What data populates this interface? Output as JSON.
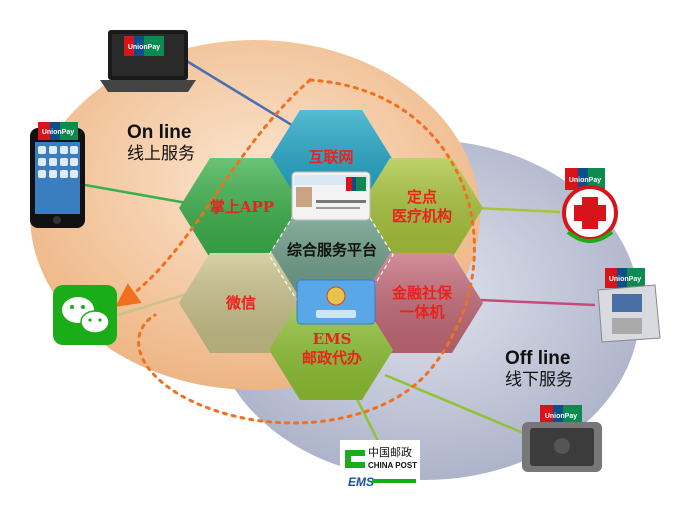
{
  "zones": {
    "online": {
      "title": "On line",
      "subtitle": "线上服务",
      "color": "#f4c9a0"
    },
    "offline": {
      "title": "Off line",
      "subtitle": "线下服务",
      "color": "#b9bfd4"
    }
  },
  "hexagons": {
    "internet": {
      "label": "互联网",
      "color": "#1fa5c6"
    },
    "mobile_app": {
      "label": "掌上APP",
      "color": "#3bb04a"
    },
    "hospital": {
      "label_lines": [
        "定点",
        "医疗机构"
      ],
      "color": "#a8c43a"
    },
    "center": {
      "label": "综合服务平台",
      "color": "#6e9e8a"
    },
    "wechat": {
      "label": "微信",
      "color": "#c9c28a"
    },
    "finance_kiosk": {
      "label_lines": [
        "金融社保",
        "一体机"
      ],
      "color": "#c46a78"
    },
    "ems": {
      "label_lines": [
        "EMS",
        "邮政代办"
      ],
      "color": "#8fc234"
    }
  },
  "devices": {
    "laptop": {
      "icon": "laptop-icon",
      "badge": "UnionPay 银联"
    },
    "phone": {
      "icon": "smartphone-icon",
      "badge": "UnionPay 银联"
    },
    "wechat": {
      "icon": "wechat-icon"
    },
    "hospital": {
      "icon": "hospital-cross-icon",
      "badge": "UnionPay 银联"
    },
    "atm": {
      "icon": "atm-kiosk-icon",
      "badge": "UnionPay 银联"
    },
    "pos": {
      "icon": "pos-terminal-icon",
      "badge": "UnionPay 银联"
    },
    "china_post": {
      "icon": "china-post-logo",
      "name_cn": "中国邮政",
      "name_en": "CHINA POST",
      "ems": "EMS"
    }
  },
  "cards": {
    "unionpay_card": {
      "icon": "bank-card-icon"
    },
    "social_security_card": {
      "icon": "social-security-card-icon"
    }
  },
  "colors": {
    "dotted_arrow": "#f07020",
    "line_laptop": "#4a6fb5",
    "line_phone": "#3bb04a",
    "line_wechat": "#c9c28a",
    "line_hospital": "#a8c43a",
    "line_atm": "#c94a7a",
    "line_pos": "#8fc234"
  }
}
